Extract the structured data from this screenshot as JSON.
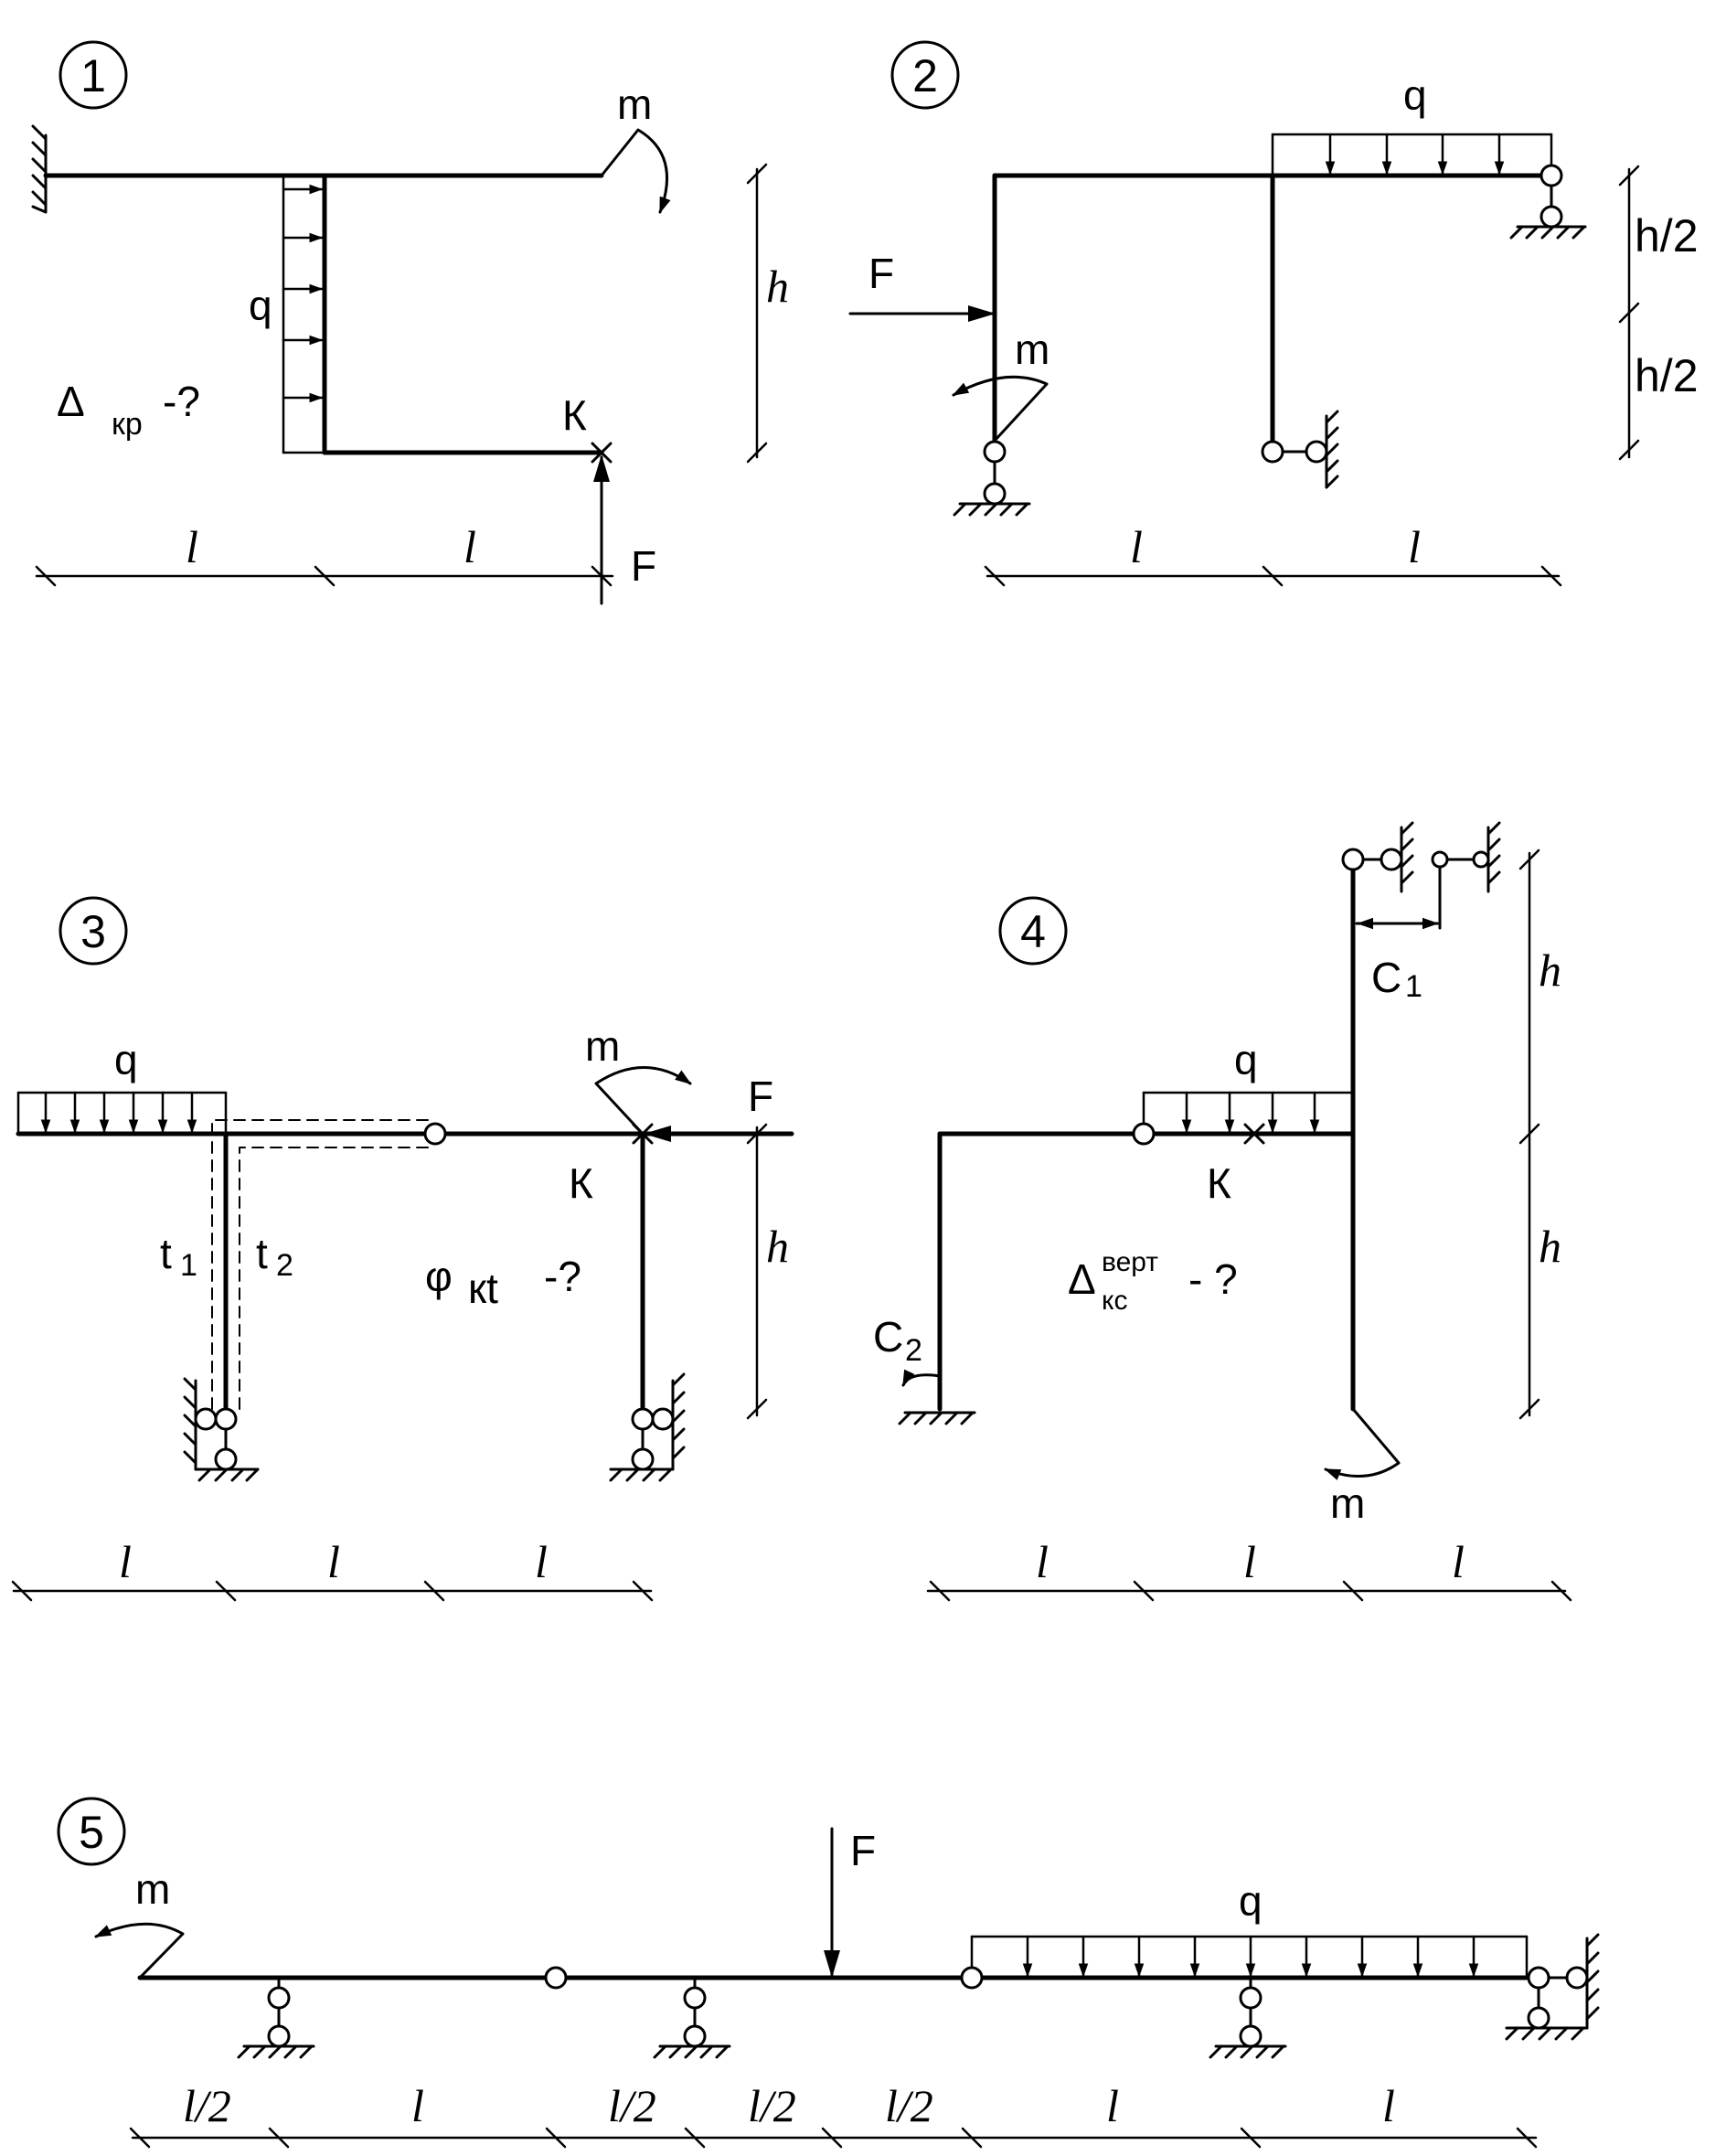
{
  "colors": {
    "ink": "#000000",
    "paper": "#ffffff"
  },
  "labels": {
    "l": "l",
    "half_l": "l/2",
    "h": "h",
    "half_h": "h/2",
    "q": "q",
    "m": "m",
    "F": "F",
    "K": "К"
  },
  "schemes": [
    {
      "number": "1",
      "query": {
        "main": "Δ",
        "sub": "кр",
        "tail": "-?"
      }
    },
    {
      "number": "2"
    },
    {
      "number": "3",
      "t1": {
        "main": "t",
        "sub": "1"
      },
      "t2": {
        "main": "t",
        "sub": "2"
      },
      "query": {
        "main": "φ",
        "sub": "кt",
        "tail": "-?"
      }
    },
    {
      "number": "4",
      "c1": {
        "main": "C",
        "sub": "1"
      },
      "c2": {
        "main": "C",
        "sub": "2"
      },
      "query": {
        "main": "Δ",
        "sup": "верт",
        "sub": "кс",
        "tail": "- ?"
      }
    },
    {
      "number": "5"
    }
  ]
}
